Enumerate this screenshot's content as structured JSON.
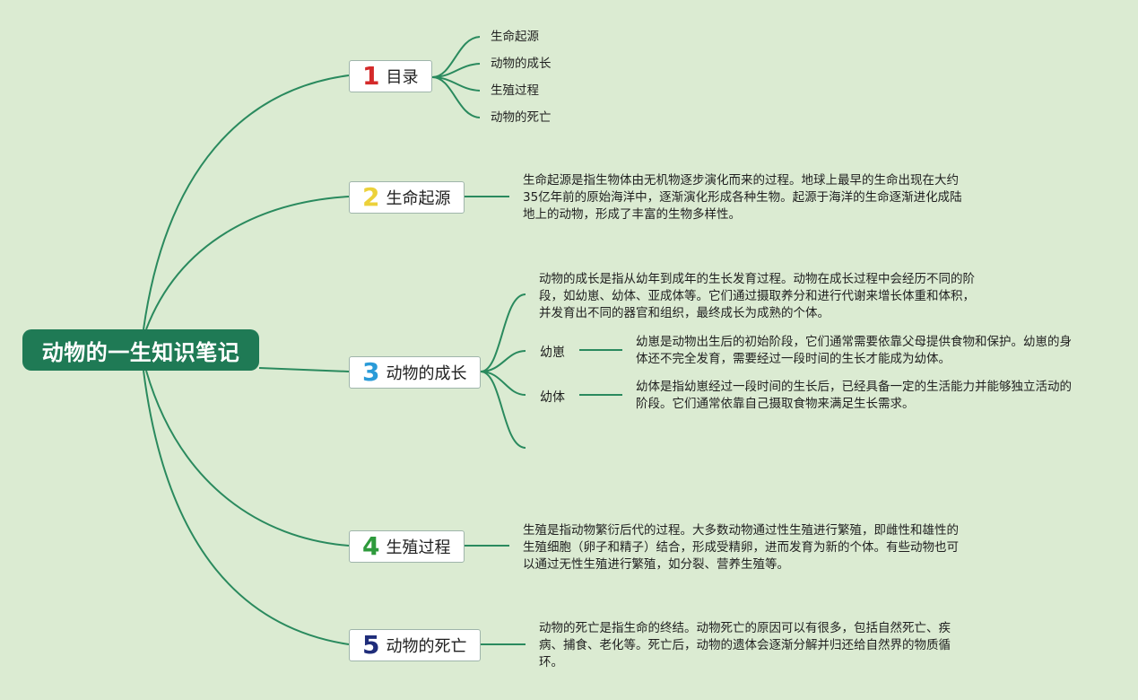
{
  "root": {
    "title": "动物的一生知识笔记",
    "color": "#1f7a55"
  },
  "line_color": "#2a8a5e",
  "branches": [
    {
      "num": "1",
      "num_color": "#d42a2a",
      "label": "目录",
      "items": [
        "生命起源",
        "动物的成长",
        "生殖过程",
        "动物的死亡"
      ]
    },
    {
      "num": "2",
      "num_color": "#ecd13a",
      "label": "生命起源",
      "text": "生命起源是指生物体由无机物逐步演化而来的过程。地球上最早的生命出现在大约35亿年前的原始海洋中，逐渐演化形成各种生物。起源于海洋的生命逐渐进化成陆地上的动物，形成了丰富的生物多样性。"
    },
    {
      "num": "3",
      "num_color": "#2a9bd8",
      "label": "动物的成长",
      "intro": "动物的成长是指从幼年到成年的生长发育过程。动物在成长过程中会经历不同的阶段，如幼崽、幼体、亚成体等。它们通过摄取养分和进行代谢来增长体重和体积，并发育出不同的器官和组织，最终成长为成熟的个体。",
      "subs": [
        {
          "label": "幼崽",
          "text": "幼崽是动物出生后的初始阶段，它们通常需要依靠父母提供食物和保护。幼崽的身体还不完全发育，需要经过一段时间的生长才能成为幼体。"
        },
        {
          "label": "幼体",
          "text": "幼体是指幼崽经过一段时间的生长后，已经具备一定的生活能力并能够独立活动的阶段。它们通常依靠自己摄取食物来满足生长需求。"
        }
      ]
    },
    {
      "num": "4",
      "num_color": "#2e9a3c",
      "label": "生殖过程",
      "text": "生殖是指动物繁衍后代的过程。大多数动物通过性生殖进行繁殖，即雌性和雄性的生殖细胞（卵子和精子）结合，形成受精卵，进而发育为新的个体。有些动物也可以通过无性生殖进行繁殖，如分裂、营养生殖等。"
    },
    {
      "num": "5",
      "num_color": "#1f2d7a",
      "label": "动物的死亡",
      "text": "动物的死亡是指生命的终结。动物死亡的原因可以有很多，包括自然死亡、疾病、捕食、老化等。死亡后，动物的遗体会逐渐分解并归还给自然界的物质循环。"
    }
  ]
}
